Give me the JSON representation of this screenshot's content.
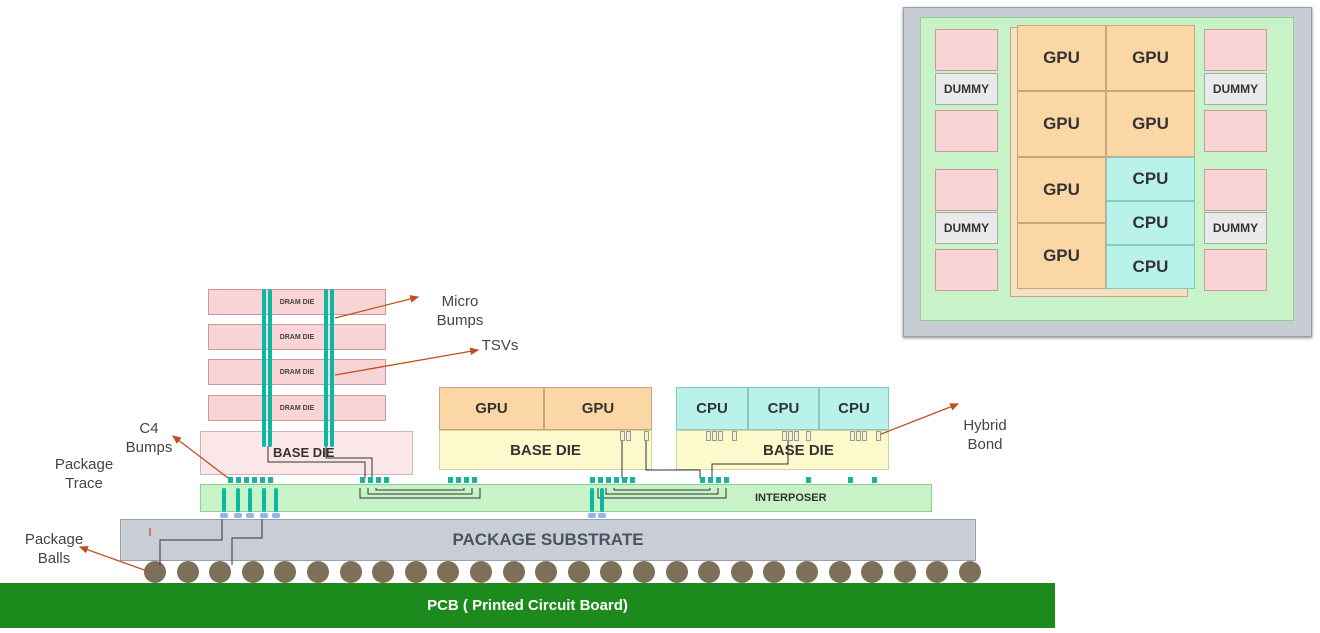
{
  "labels": {
    "micro_bumps": "Micro\nBumps",
    "tsvs": "TSVs",
    "c4_bumps": "C4\nBumps",
    "package_trace": "Package\nTrace",
    "package_balls": "Package\nBalls",
    "hybrid_bond": "Hybrid\nBond"
  },
  "pcb": "PCB ( Printed Circuit Board)",
  "substrate": "PACKAGE SUBSTRATE",
  "interposer": "INTERPOSER",
  "hbm": {
    "dram_dies": [
      "DRAM DIE",
      "DRAM DIE",
      "DRAM DIE",
      "DRAM DIE"
    ],
    "base_die": "BASE DIE"
  },
  "gpu_stack": {
    "dies": [
      "GPU",
      "GPU"
    ],
    "base_die": "BASE DIE"
  },
  "cpu_stack": {
    "dies": [
      "CPU",
      "CPU",
      "CPU"
    ],
    "base_die": "BASE DIE"
  },
  "inset": {
    "dummy": "DUMMY",
    "gpus": [
      "GPU",
      "GPU",
      "GPU",
      "GPU",
      "GPU",
      "GPU"
    ],
    "cpus": [
      "CPU",
      "CPU",
      "CPU"
    ]
  },
  "colors": {
    "arrow": "#c0501f",
    "pcb": "#1c8a1c",
    "tsv": "#0bb8a3"
  }
}
